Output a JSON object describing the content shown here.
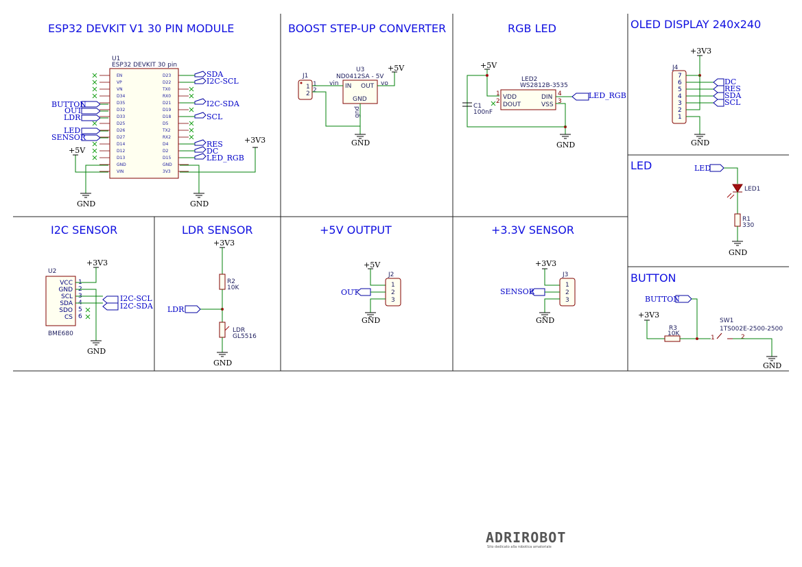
{
  "sections": {
    "esp32": "ESP32 DEVKIT V1 30 PIN MODULE",
    "boost": "BOOST STEP-UP CONVERTER",
    "rgb": "RGB LED",
    "oled": "OLED DISPLAY 240x240",
    "led": "LED",
    "i2c": "I2C SENSOR",
    "ldr": "LDR SENSOR",
    "out5v": "+5V OUTPUT",
    "sens33": "+3.3V SENSOR",
    "button": "BUTTON"
  },
  "esp32": {
    "ref": "U1",
    "value": "ESP32 DEVKIT 30 pin",
    "left_pins": [
      "EN",
      "VP",
      "VN",
      "D34",
      "D35",
      "D32",
      "D33",
      "D25",
      "D26",
      "D27",
      "D14",
      "D12",
      "D13",
      "GND",
      "VIN"
    ],
    "right_pins": [
      "D23",
      "D22",
      "TX0",
      "RX0",
      "D21",
      "D19",
      "D18",
      "D5",
      "TX2",
      "RX2",
      "D4",
      "D2",
      "D15",
      "GND",
      "3V3"
    ],
    "left_nets": [
      "BUTTON",
      "OUT",
      "LDR",
      "LED",
      "SENSOR"
    ],
    "right_nets": [
      "SDA",
      "I2C-SCL",
      "I2C-SDA",
      "SCL",
      "RES",
      "DC",
      "LED_RGB"
    ],
    "pwr_5v": "+5V",
    "pwr_3v3": "+3V3",
    "gnd": "GND"
  },
  "boost": {
    "j_ref": "J1",
    "u_ref": "U3",
    "u_value": "ND0412SA - 5V",
    "pin_in": "IN",
    "pin_out": "OUT",
    "pin_gnd": "GND",
    "vin": "vin",
    "vo": "vo",
    "gnd_net": "gnd",
    "pwr": "+5V",
    "gnd": "GND",
    "j_pins": [
      "1",
      "2"
    ]
  },
  "rgb": {
    "ref": "LED2",
    "value": "WS2812B-3535",
    "pins": [
      "VDD",
      "DOUT",
      "DIN",
      "VSS"
    ],
    "pin_nums": [
      "1",
      "2",
      "4",
      "3"
    ],
    "cap_ref": "C1",
    "cap_value": "100nF",
    "net": "LED_RGB",
    "pwr": "+5V",
    "gnd": "GND"
  },
  "oled": {
    "ref": "J4",
    "pins": [
      "7",
      "6",
      "5",
      "4",
      "3",
      "2",
      "1"
    ],
    "nets": [
      "DC",
      "RES",
      "SDA",
      "SCL"
    ],
    "pwr": "+3V3",
    "gnd": "GND"
  },
  "led": {
    "net": "LED",
    "ref": "LED1",
    "r_ref": "R1",
    "r_value": "330",
    "gnd": "GND"
  },
  "i2c": {
    "ref": "U2",
    "value": "BME680",
    "pins": [
      "VCC",
      "GND",
      "SCL",
      "SDA",
      "SDO",
      "CS"
    ],
    "pin_nums": [
      "1",
      "2",
      "3",
      "4",
      "5",
      "6"
    ],
    "nets": [
      "I2C-SCL",
      "I2C-SDA"
    ],
    "pwr": "+3V3",
    "gnd": "GND"
  },
  "ldr": {
    "pwr": "+3V3",
    "r_ref": "R2",
    "r_value": "10K",
    "net": "LDR",
    "ldr_ref": "LDR",
    "ldr_value": "GL5516",
    "gnd": "GND"
  },
  "out5v": {
    "ref": "J2",
    "pwr": "+5V",
    "net": "OUT",
    "pins": [
      "1",
      "2",
      "3"
    ],
    "gnd": "GND"
  },
  "sens33": {
    "ref": "J3",
    "pwr": "+3V3",
    "net": "SENSOR",
    "pins": [
      "1",
      "2",
      "3"
    ],
    "gnd": "GND"
  },
  "button": {
    "net": "BUTTON",
    "pwr": "+3V3",
    "r_ref": "R3",
    "r_value": "10K",
    "sw_ref": "SW1",
    "sw_value": "1TS002E-2500-2500",
    "sw_pin1": "1",
    "sw_pin2": "2",
    "gnd": "GND"
  },
  "logo": {
    "name": "ADRIROBOT",
    "tagline": "Sito dedicato alla robotica amatoriale"
  }
}
